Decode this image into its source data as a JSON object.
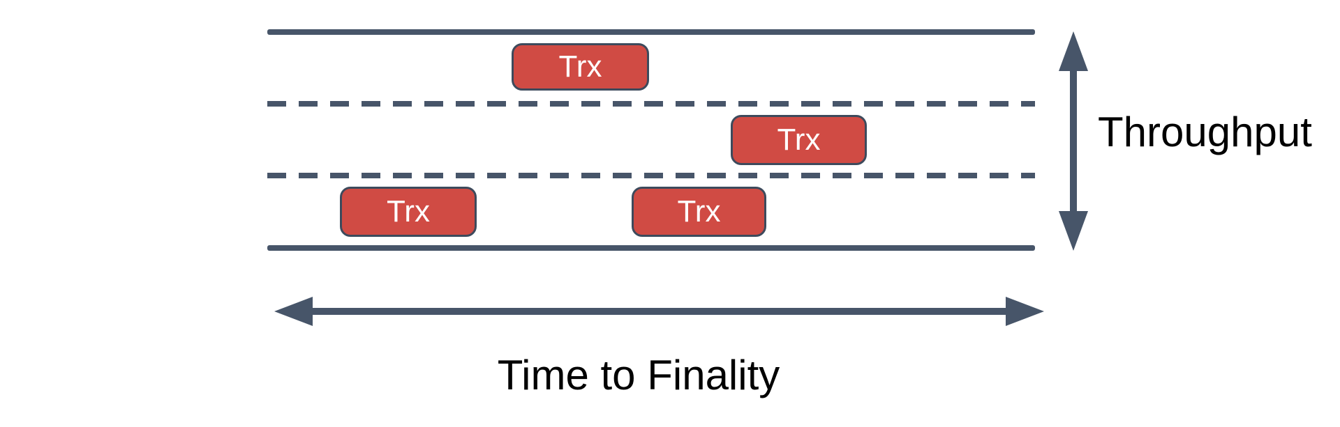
{
  "colors": {
    "background": "#ffffff",
    "line_slate": "#475569",
    "box_fill": "#d04b44",
    "box_border": "#3d4a5c",
    "box_text": "#ffffff",
    "axis_label_text": "#000000"
  },
  "road": {
    "lanes": 3,
    "boxes": [
      {
        "label": "Trx",
        "lane": "top"
      },
      {
        "label": "Trx",
        "lane": "middle"
      },
      {
        "label": "Trx",
        "lane": "bottom"
      },
      {
        "label": "Trx",
        "lane": "bottom"
      }
    ]
  },
  "axes": {
    "vertical_label": "Throughput",
    "horizontal_label": "Time to Finality"
  },
  "icons": {
    "vertical_arrow": "double-headed-vertical-arrow-icon",
    "horizontal_arrow": "double-headed-horizontal-arrow-icon"
  }
}
